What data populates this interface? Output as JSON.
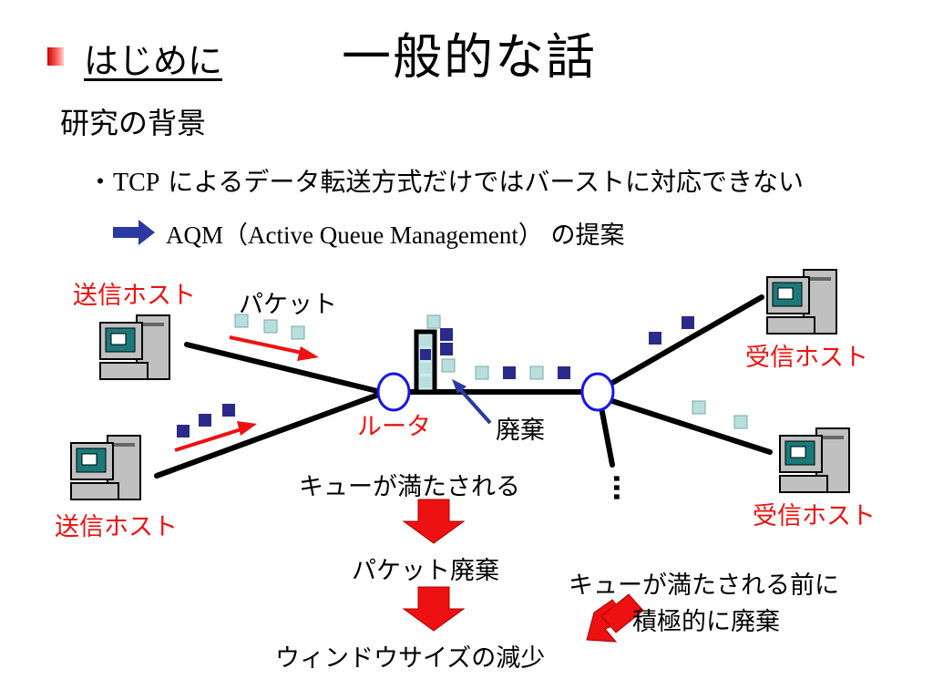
{
  "header": {
    "section": "はじめに",
    "title": "一般的な話"
  },
  "subheading": "研究の背景",
  "bullet": {
    "marker": "・",
    "prefix": "TCP",
    "text": " によるデータ転送方式だけではバーストに対応できない"
  },
  "proposal": {
    "aqm": "AQM",
    "paren_text": "（Active Queue Management）",
    "suffix": " の提案"
  },
  "diagram": {
    "sender_top": "送信ホスト",
    "sender_bottom": "送信ホスト",
    "receiver_top": "受信ホスト",
    "receiver_bottom": "受信ホスト",
    "packet_label": "パケット",
    "router_label": "ルータ",
    "drop_label": "廃棄",
    "ellipsis": "…"
  },
  "flow": {
    "step1": "キューが満たされる",
    "step2": "パケット廃棄",
    "step3": "ウィンドウサイズの減少",
    "aqm_note_line1": "キューが満たされる前に",
    "aqm_note_line2": "積極的に廃棄"
  },
  "colors": {
    "accent_red": "#ee1111",
    "packet_dark": "#2a2a8a",
    "packet_light": "#b8dede",
    "router_blue": "#1515ee",
    "arrow_blue": "#2a3aa0"
  }
}
